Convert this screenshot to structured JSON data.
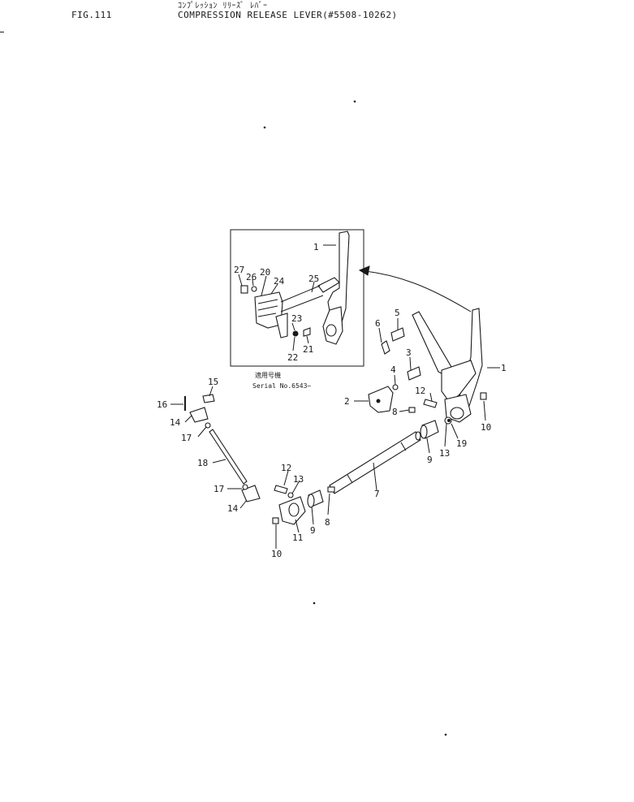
{
  "header": {
    "fig_label": "FIG.111",
    "title_jp": "ｺﾝﾌﾟﾚｯｼｮﾝ ﾘﾘｰｽﾞ ﾚﾊﾞｰ",
    "title_en": "COMPRESSION RELEASE LEVER(#5508-10262)"
  },
  "inset": {
    "applicable_label": "適用号機",
    "serial_label": "Serial No.6543~"
  },
  "callouts": {
    "i1": "1",
    "i20": "20",
    "i21": "21",
    "i22": "22",
    "i23": "23",
    "i24": "24",
    "i25": "25",
    "i26": "26",
    "i27": "27",
    "m1": "1",
    "m2": "2",
    "m3": "3",
    "m4": "4",
    "m5": "5",
    "m6": "6",
    "m7": "7",
    "m8a": "8",
    "m8b": "8",
    "m9a": "9",
    "m9b": "9",
    "m10a": "10",
    "m10b": "10",
    "m11": "11",
    "m12a": "12",
    "m12b": "12",
    "m13a": "13",
    "m13b": "13",
    "m14a": "14",
    "m14b": "14",
    "m15": "15",
    "m16": "16",
    "m17a": "17",
    "m17b": "17",
    "m18": "18",
    "m19": "19"
  }
}
